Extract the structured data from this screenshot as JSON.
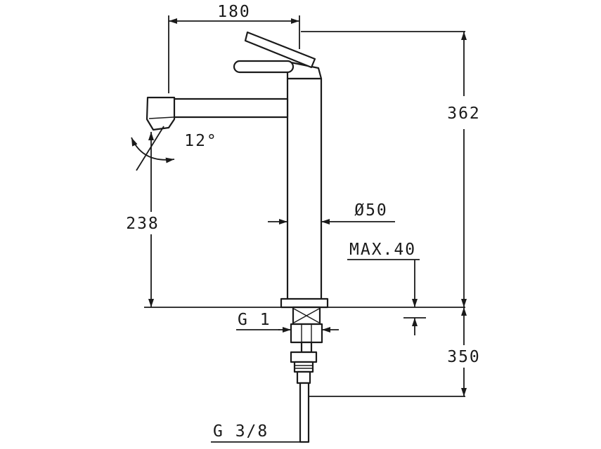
{
  "drawing": {
    "type": "technical-dimension-drawing",
    "subject": "tall single-lever basin mixer tap, side elevation with installation dimensions",
    "line_color": "#1a1a1a",
    "background": "#ffffff",
    "dimensions": {
      "spout_reach": "180",
      "total_height": "362",
      "spout_angle": "12°",
      "spout_height": "238",
      "body_diameter": "Ø50",
      "max_deck_thickness": "MAX.40",
      "shank_thread": "G 1",
      "below_deck_height": "350",
      "inlet_thread": "G 3/8"
    }
  }
}
